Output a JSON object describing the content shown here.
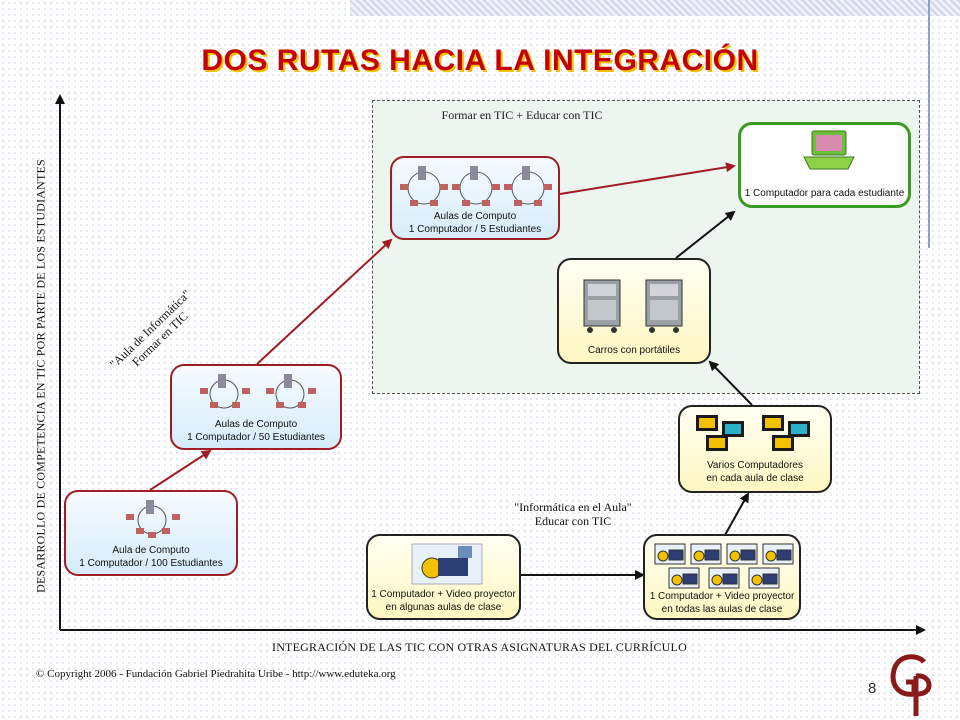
{
  "title": "DOS RUTAS HACIA LA INTEGRACIÓN",
  "axis": {
    "y_label": "DESARROLLO DE COMPETENCIA EN TIC POR PARTE DE LOS ESTUDIANTES",
    "x_label": "INTEGRACIÓN DE LAS TIC CON OTRAS ASIGNATURAS DEL CURRÍCULO"
  },
  "group_title": "Formar en TIC + Educar con TIC",
  "notes": {
    "aula_informatica_line1": "\"Aula de Informática\"",
    "aula_informatica_line2": "Formar en TIC",
    "informatica_aula_line1": "\"Informática en el Aula\"",
    "informatica_aula_line2": "Educar con TIC"
  },
  "boxes": {
    "aula_100_line1": "Aula de Computo",
    "aula_100_line2": "1 Computador / 100 Estudiantes",
    "aula_50_line1": "Aulas de Computo",
    "aula_50_line2": "1 Computador / 50 Estudiantes",
    "aula_5_line1": "Aulas de Computo",
    "aula_5_line2": "1 Computador / 5 Estudiantes",
    "uno_a_uno": "1 Computador para cada estudiante",
    "carros": "Carros con portátiles",
    "varios_line1": "Varios Computadores",
    "varios_line2": "en cada aula de clase",
    "algunas_line1": "1 Computador + Video proyector",
    "algunas_line2": "en algunas aulas de clase",
    "todas_line1": "1 Computador + Video proyector",
    "todas_line2": "en todas las aulas de clase"
  },
  "footer": {
    "copyright": "© Copyright 2006 - Fundación Gabriel Piedrahita Uribe - http://www.eduteka.org",
    "page_number": "8"
  },
  "colors": {
    "title": "#c40000",
    "route_red": "#a11d24",
    "route_black": "#111111",
    "green": "#3a9b22"
  }
}
